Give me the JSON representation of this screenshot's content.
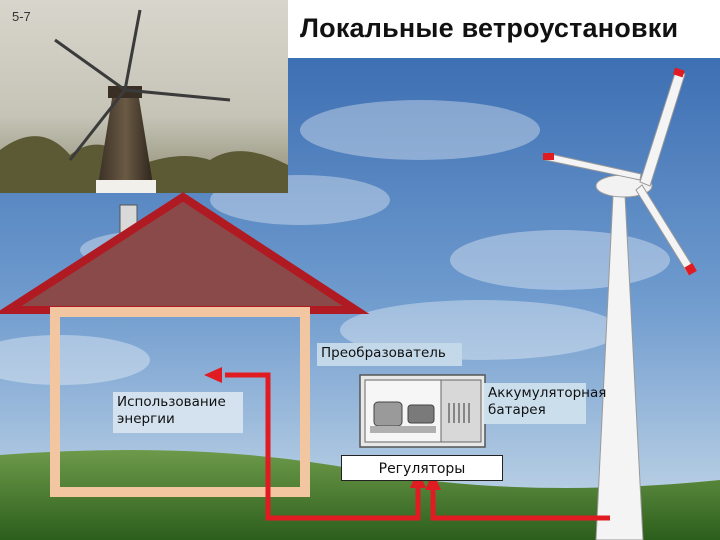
{
  "title": "Локальные ветроустановки",
  "slide_number": "5-7",
  "labels": {
    "usage_line1": "Использование",
    "usage_line2": "энергии",
    "inverter": "Преобразователь",
    "battery_line1": "Аккумуляторная",
    "battery_line2": "батарея",
    "regulators": "Регуляторы"
  },
  "colors": {
    "roof": "#8b1a1f",
    "wire": "#e11b22",
    "sky_top": "#4878b8",
    "grass": "#3f7a2a"
  }
}
